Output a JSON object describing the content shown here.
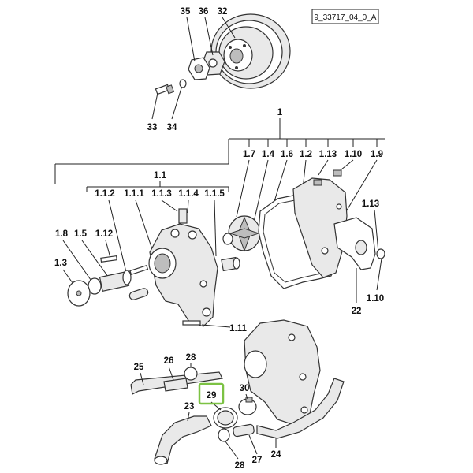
{
  "drawing_code": "9_33717_04_0_A",
  "highlighted_callout": "29",
  "callouts": {
    "c35": "35",
    "c36": "36",
    "c32": "32",
    "c33": "33",
    "c34": "34",
    "c1": "1",
    "c1_1": "1.1",
    "c1_7": "1.7",
    "c1_4": "1.4",
    "c1_6": "1.6",
    "c1_2": "1.2",
    "c1_13a": "1.13",
    "c1_10a": "1.10",
    "c1_9": "1.9",
    "c1_1_2": "1.1.2",
    "c1_1_1": "1.1.1",
    "c1_1_3": "1.1.3",
    "c1_1_4": "1.1.4",
    "c1_1_5": "1.1.5",
    "c1_13b": "1.13",
    "c1_8": "1.8",
    "c1_5": "1.5",
    "c1_12": "1.12",
    "c1_3": "1.3",
    "c22": "22",
    "c1_10b": "1.10",
    "c1_11": "1.11",
    "c28a": "28",
    "c26": "26",
    "c25": "25",
    "c29": "29",
    "c30": "30",
    "c23": "23",
    "c27": "27",
    "c28b": "28",
    "c24": "24"
  }
}
